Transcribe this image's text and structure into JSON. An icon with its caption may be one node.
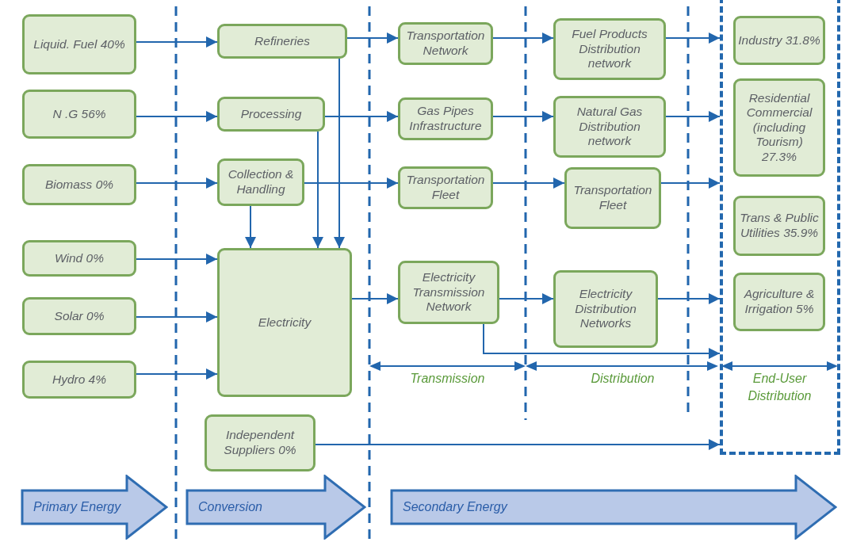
{
  "diagram": {
    "nodes": [
      {
        "text": [
          "Liquid. Fuel 40%"
        ]
      },
      {
        "text": [
          "N .G 56%"
        ]
      },
      {
        "text": [
          "Biomass 0%"
        ]
      },
      {
        "text": [
          "Wind 0%"
        ]
      },
      {
        "text": [
          "Solar 0%"
        ]
      },
      {
        "text": [
          "Hydro 4%"
        ]
      },
      {
        "text": [
          "Refineries"
        ]
      },
      {
        "text": [
          "Processing"
        ]
      },
      {
        "text": [
          "Collection & Handling"
        ]
      },
      {
        "text": [
          "Electricity"
        ]
      },
      {
        "text": [
          "Independent Suppliers 0%"
        ]
      },
      {
        "text": [
          "Transportation Network"
        ]
      },
      {
        "text": [
          "Gas Pipes Infrastructure"
        ]
      },
      {
        "text": [
          "Transportation Fleet"
        ]
      },
      {
        "text": [
          "Electricity Transmission Network"
        ]
      },
      {
        "text": [
          "Fuel Products Distribution network"
        ]
      },
      {
        "text": [
          "Natural Gas Distribution network"
        ]
      },
      {
        "text": [
          "Transportation Fleet"
        ]
      },
      {
        "text": [
          "Electricity Distribution Networks"
        ]
      },
      {
        "text": [],
        "shape": "box"
      },
      {
        "text": [
          "Industry 31.8%"
        ],
        "in": 19
      },
      {
        "text": [
          "Residential Commercial (including Tourism) 27.3%"
        ],
        "in": 19
      },
      {
        "text": [
          "Trans & Public Utilities 35.9%"
        ],
        "in": 19
      },
      {
        "text": [
          "Agriculture & Irrigation 5%"
        ],
        "in": 19
      },
      {
        "text": [
          "Primary Energy"
        ]
      },
      {
        "text": [
          "Conversion"
        ]
      },
      {
        "text": [
          "Secondary Energy"
        ]
      }
    ],
    "edges": [
      {
        "from": 0,
        "to": 6,
        "arrow": "to"
      },
      {
        "from": 1,
        "to": 7,
        "arrow": "to"
      },
      {
        "from": 2,
        "to": 8,
        "arrow": "to"
      },
      {
        "from": 3,
        "to": 9,
        "arrow": "to"
      },
      {
        "from": 4,
        "to": 9,
        "arrow": "to"
      },
      {
        "from": 5,
        "to": 9,
        "arrow": "to"
      },
      {
        "from": 6,
        "to": 9,
        "arrow": "to"
      },
      {
        "from": 7,
        "to": 9,
        "arrow": "to"
      },
      {
        "from": 8,
        "to": 9,
        "arrow": "to"
      },
      {
        "from": 6,
        "to": 11,
        "arrow": "to"
      },
      {
        "from": 7,
        "to": 12,
        "arrow": "to"
      },
      {
        "from": 8,
        "to": 13,
        "arrow": "to"
      },
      {
        "from": 9,
        "to": 14,
        "arrow": "to"
      },
      {
        "from": 11,
        "to": 15,
        "arrow": "to"
      },
      {
        "from": 12,
        "to": 16,
        "arrow": "to"
      },
      {
        "from": 13,
        "to": 17,
        "arrow": "to"
      },
      {
        "from": 14,
        "to": 18,
        "arrow": "to"
      },
      {
        "from": 15,
        "to": 19,
        "arrow": "to"
      },
      {
        "from": 16,
        "to": 19,
        "arrow": "to"
      },
      {
        "from": 17,
        "to": 19,
        "arrow": "to"
      },
      {
        "from": 18,
        "to": 19,
        "arrow": "to"
      },
      {
        "from": 14,
        "to": 19,
        "arrow": "to"
      },
      {
        "from": 10,
        "to": 19,
        "arrow": "to"
      }
    ],
    "labels": [
      "Transmission",
      "Distribution",
      "End-User Distribution"
    ]
  }
}
